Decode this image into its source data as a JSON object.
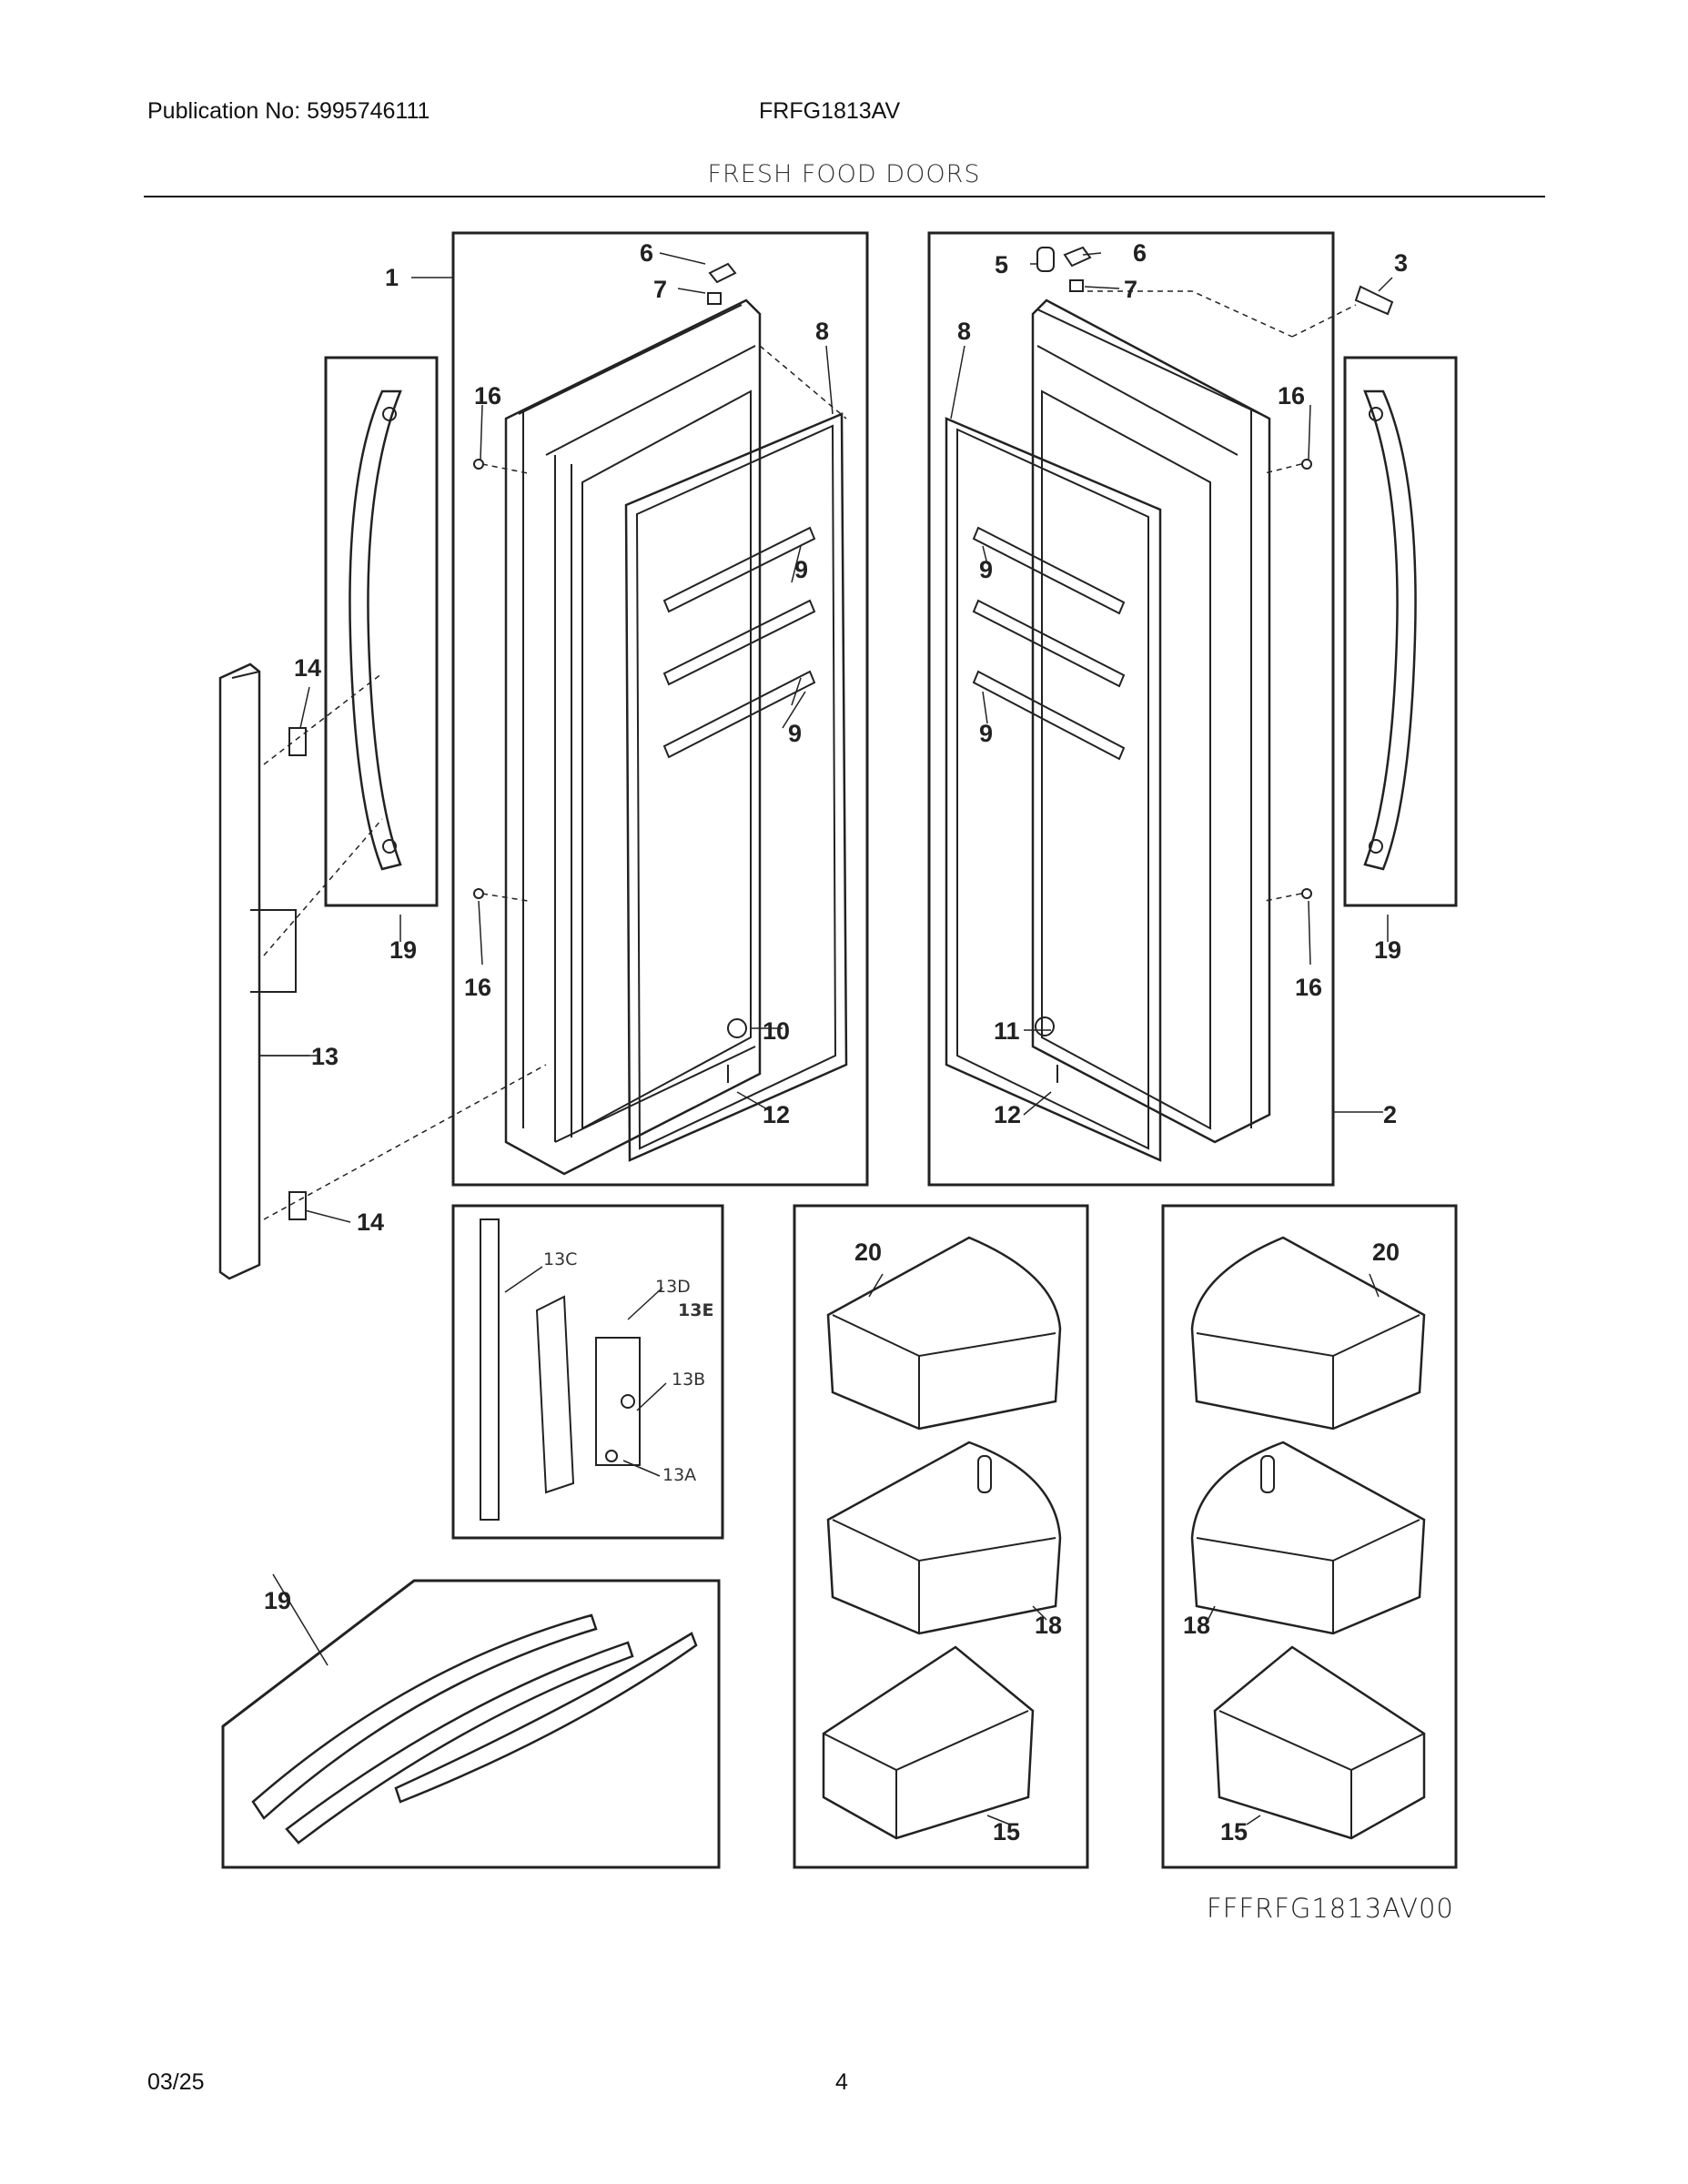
{
  "header": {
    "publication": "Publication No: 5995746111",
    "model": "FRFG1813AV",
    "section_title": "FRESH FOOD DOORS"
  },
  "footer": {
    "date": "03/25",
    "page": "4",
    "figure_code": "FFFRFG1813AV00"
  },
  "callouts": {
    "c1": "1",
    "c2": "2",
    "c3": "3",
    "c5": "5",
    "c6": "6",
    "c7": "7",
    "c8": "8",
    "c9": "9",
    "c10": "10",
    "c11": "11",
    "c12": "12",
    "c13": "13",
    "c14": "14",
    "c15": "15",
    "c16": "16",
    "c18": "18",
    "c19": "19",
    "c20": "20",
    "c13a": "13A",
    "c13b": "13B",
    "c13c": "13C",
    "c13d": "13D",
    "c13e": "13E"
  }
}
